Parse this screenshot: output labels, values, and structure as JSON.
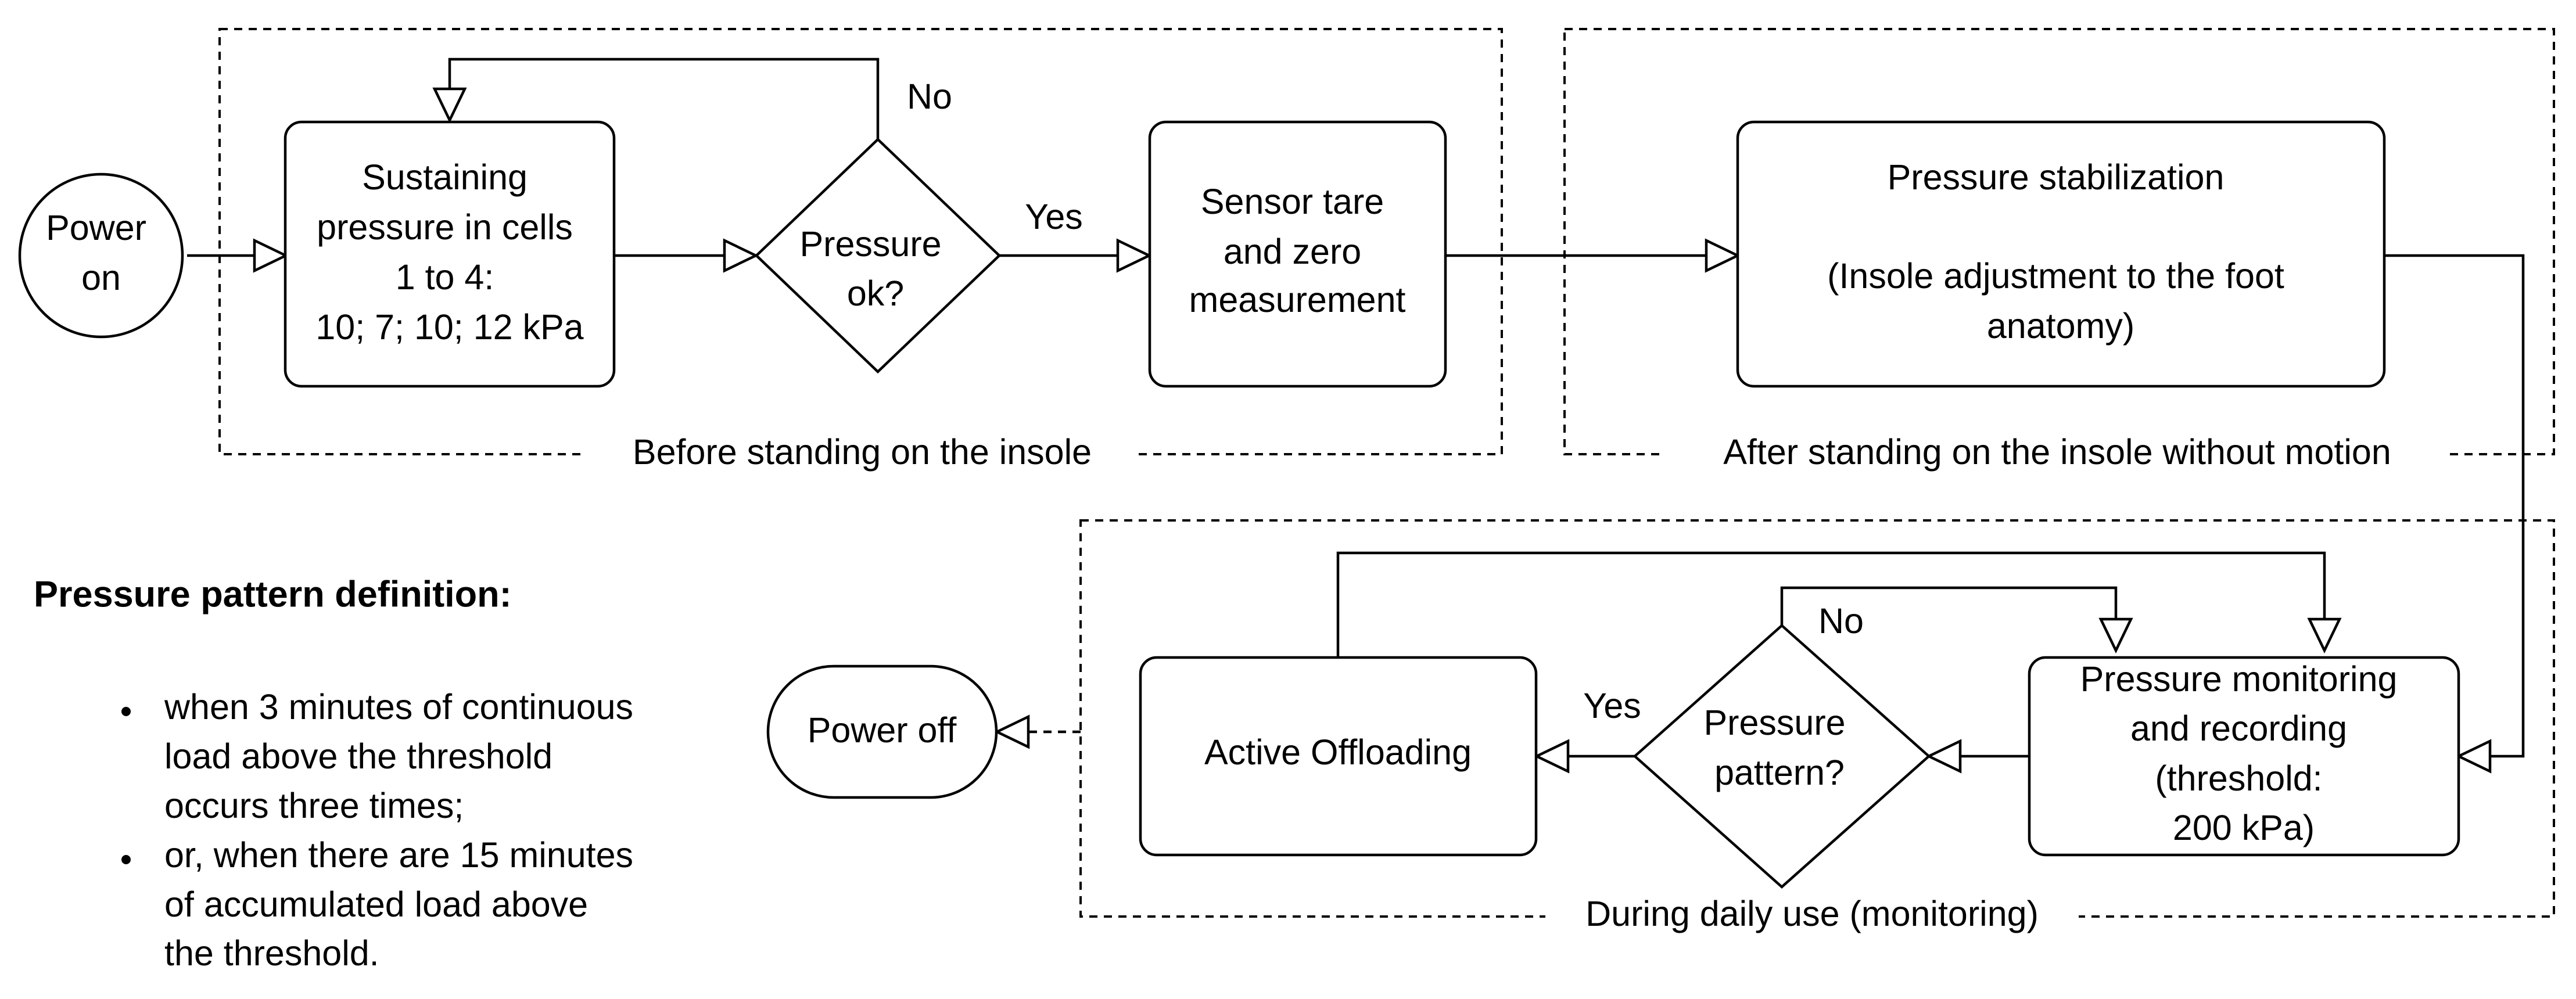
{
  "nodes": {
    "power_on": {
      "lines": [
        "Power",
        "on"
      ]
    },
    "sustaining": {
      "lines": [
        "Sustaining",
        "pressure in cells",
        "1 to 4:",
        "10; 7; 10; 12 kPa"
      ]
    },
    "pressure_ok": {
      "lines": [
        "Pressure",
        "ok?"
      ]
    },
    "sensor_tare": {
      "lines": [
        "Sensor tare",
        "and zero",
        "measurement"
      ]
    },
    "stabilization": {
      "lines": [
        "Pressure stabilization",
        "",
        "(Insole adjustment to the foot",
        "anatomy)"
      ]
    },
    "monitoring": {
      "lines": [
        "Pressure monitoring",
        "and recording",
        "(threshold:",
        "200 kPa)"
      ]
    },
    "pattern": {
      "lines": [
        "Pressure",
        "pattern?"
      ]
    },
    "offloading": {
      "lines": [
        "Active Offloading"
      ]
    },
    "power_off": {
      "lines": [
        "Power off"
      ]
    }
  },
  "edge_labels": {
    "ok_no": "No",
    "ok_yes": "Yes",
    "pattern_no": "No",
    "pattern_yes": "Yes"
  },
  "groups": {
    "before": "Before standing on the insole",
    "after": "After standing on the insole without motion",
    "during": "During daily use (monitoring)"
  },
  "legend": {
    "title": "Pressure pattern definition:",
    "items": [
      [
        "when 3 minutes of continuous",
        "load above the threshold",
        "occurs three times;"
      ],
      [
        "or, when there are 15 minutes",
        "of accumulated load above",
        "the threshold."
      ]
    ]
  }
}
